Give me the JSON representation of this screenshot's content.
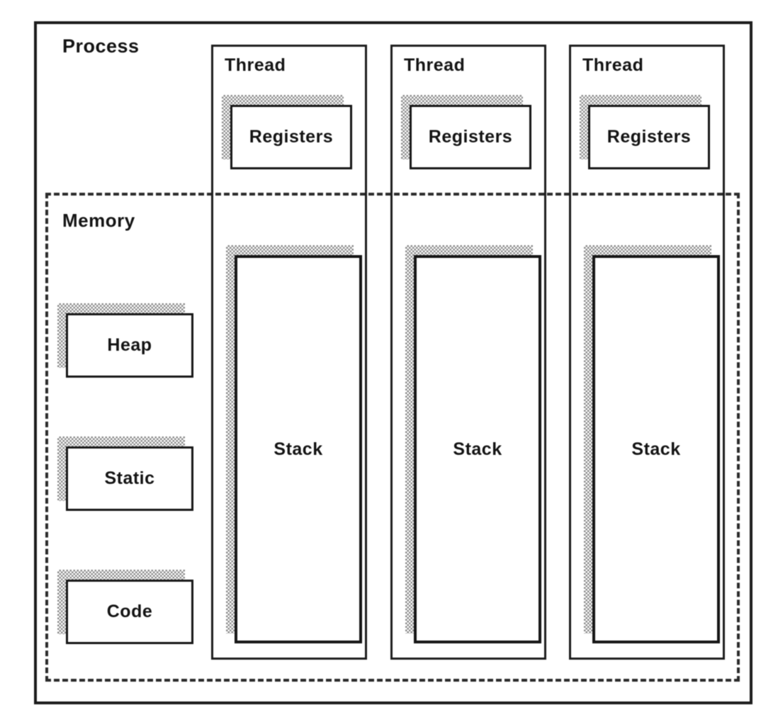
{
  "figure": {
    "title": "Process and threads memory layout diagram",
    "colors": {
      "background": "#ffffff",
      "line": "#1c1c1c",
      "shadow_stipple": "#8d8d8d",
      "text": "#141414"
    },
    "process": {
      "label": "Process"
    },
    "memory": {
      "label": "Memory",
      "blocks": [
        {
          "label": "Heap"
        },
        {
          "label": "Static"
        },
        {
          "label": "Code"
        }
      ]
    },
    "threads": [
      {
        "label": "Thread",
        "registers_label": "Registers",
        "stack_label": "Stack"
      },
      {
        "label": "Thread",
        "registers_label": "Registers",
        "stack_label": "Stack"
      },
      {
        "label": "Thread",
        "registers_label": "Registers",
        "stack_label": "Stack"
      }
    ]
  }
}
